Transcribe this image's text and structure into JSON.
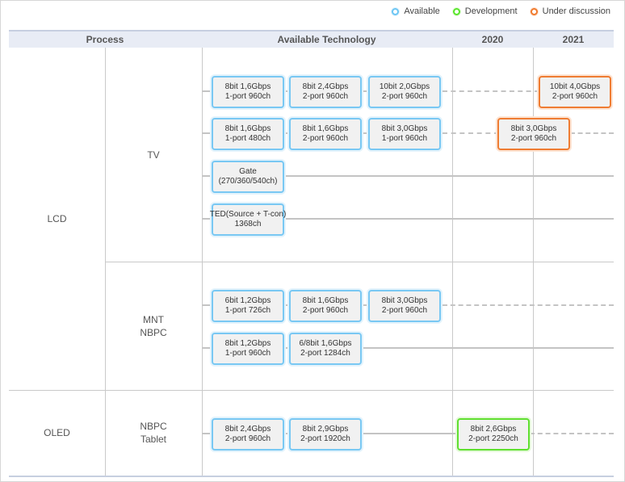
{
  "legend": [
    {
      "label": "Available",
      "status": "available"
    },
    {
      "label": "Development",
      "status": "development"
    },
    {
      "label": "Under discussion",
      "status": "discussion"
    }
  ],
  "colors": {
    "available": "#79c8f3",
    "development": "#5fe02f",
    "discussion": "#ef7c32"
  },
  "header": {
    "process": "Process",
    "technology": "Available Technology",
    "year1": "2020",
    "year2": "2021"
  },
  "process": {
    "lcd": "LCD",
    "oled": "OLED"
  },
  "categories": {
    "tv": "TV",
    "mnt_1": "MNT",
    "mnt_2": "NBPC",
    "nbpc_1": "NBPC",
    "nbpc_2": "Tablet"
  },
  "boxes": {
    "tv_r1_1": {
      "l1": "8bit 1,6Gbps",
      "l2": "1-port 960ch"
    },
    "tv_r1_2": {
      "l1": "8bit 2,4Gbps",
      "l2": "2-port 960ch"
    },
    "tv_r1_3": {
      "l1": "10bit 2,0Gbps",
      "l2": "2-port 960ch"
    },
    "tv_r1_4": {
      "l1": "10bit 4,0Gbps",
      "l2": "2-port 960ch"
    },
    "tv_r2_1": {
      "l1": "8bit 1,6Gbps",
      "l2": "1-port 480ch"
    },
    "tv_r2_2": {
      "l1": "8bit 1,6Gbps",
      "l2": "2-port 960ch"
    },
    "tv_r2_3": {
      "l1": "8bit 3,0Gbps",
      "l2": "1-port 960ch"
    },
    "tv_r2_4": {
      "l1": "8bit 3,0Gbps",
      "l2": "2-port 960ch"
    },
    "tv_r3_1": {
      "l1": "Gate",
      "l2": "(270/360/540ch)"
    },
    "tv_r4_1": {
      "l1": "TED(Source + T-con)",
      "l2": "1368ch"
    },
    "mnt_r1_1": {
      "l1": "6bit 1,2Gbps",
      "l2": "1-port 726ch"
    },
    "mnt_r1_2": {
      "l1": "8bit 1,6Gbps",
      "l2": "2-port 960ch"
    },
    "mnt_r1_3": {
      "l1": "8bit 3,0Gbps",
      "l2": "2-port 960ch"
    },
    "mnt_r2_1": {
      "l1": "8bit 1,2Gbps",
      "l2": "1-port 960ch"
    },
    "mnt_r2_2": {
      "l1": "6/8bit 1,6Gbps",
      "l2": "2-port 1284ch"
    },
    "oled_r1_1": {
      "l1": "8bit 2,4Gbps",
      "l2": "2-port 960ch"
    },
    "oled_r1_2": {
      "l1": "8bit 2,9Gbps",
      "l2": "2-port 1920ch"
    },
    "oled_r1_3": {
      "l1": "8bit 2,6Gbps",
      "l2": "2-port 2250ch"
    }
  }
}
